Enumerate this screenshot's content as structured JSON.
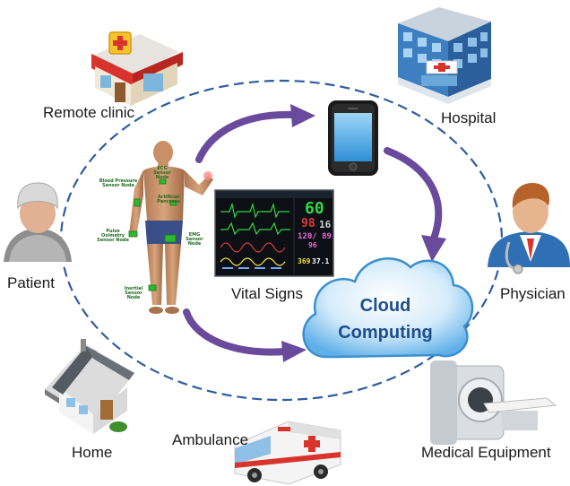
{
  "nodes": {
    "remote_clinic": "Remote clinic",
    "hospital": "Hospital",
    "patient": "Patient",
    "physician": "Physician",
    "home": "Home",
    "ambulance": "Ambulance",
    "medical_equipment": "Medical Equipment",
    "vital_signs": "Vital Signs"
  },
  "cloud": {
    "line1": "Cloud",
    "line2": "Computing"
  },
  "body_sensors": {
    "ecg": "ECG Sensor Node",
    "blood_pressure": "Blood Pressure Sensor Node",
    "artificial_pancreas": "Artificial Pancreas",
    "pulse_oximetry": "Pulse Oximetry Sensor Node",
    "emg": "EMG Sensor Node",
    "inertial": "Inertial Sensor Node"
  },
  "monitor": {
    "hr": "60",
    "spo2": "98",
    "rr": "16",
    "bp": "120/ 89",
    "map": "96",
    "etco2": "369",
    "temp": "37.1"
  },
  "colors": {
    "dashed_circle": "#2f5d9e",
    "arrow": "#6a4a9c",
    "cloud_text": "#1f4e8c",
    "sensor_green": "#2db82d"
  }
}
